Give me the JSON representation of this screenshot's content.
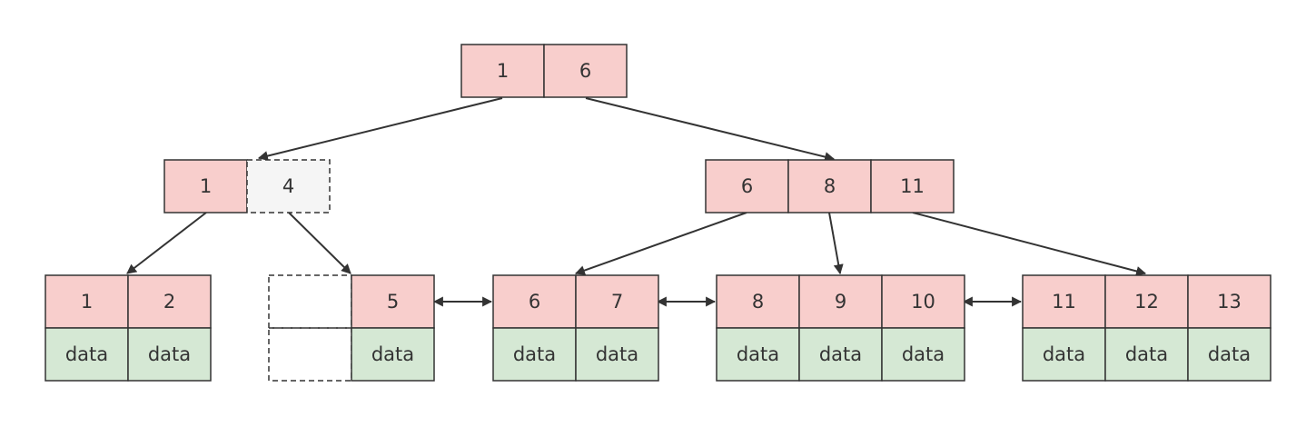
{
  "colors": {
    "key_fill": "#f8cecc",
    "data_fill": "#d5e8d4",
    "ghost_fill": "#f5f5f5",
    "stroke": "#333333"
  },
  "root": {
    "keys": [
      "1",
      "6"
    ]
  },
  "internal_left": {
    "keys": [
      "1"
    ],
    "ghost_key": "4"
  },
  "internal_right": {
    "keys": [
      "6",
      "8",
      "11"
    ]
  },
  "leaf_1": {
    "keys": [
      "1",
      "2"
    ],
    "data": [
      "data",
      "data"
    ]
  },
  "leaf_2": {
    "keys": [
      "5"
    ],
    "data": [
      "data"
    ]
  },
  "leaf_3": {
    "keys": [
      "6",
      "7"
    ],
    "data": [
      "data",
      "data"
    ]
  },
  "leaf_4": {
    "keys": [
      "8",
      "9",
      "10"
    ],
    "data": [
      "data",
      "data",
      "data"
    ]
  },
  "leaf_5": {
    "keys": [
      "11",
      "12",
      "13"
    ],
    "data": [
      "data",
      "data",
      "data"
    ]
  }
}
